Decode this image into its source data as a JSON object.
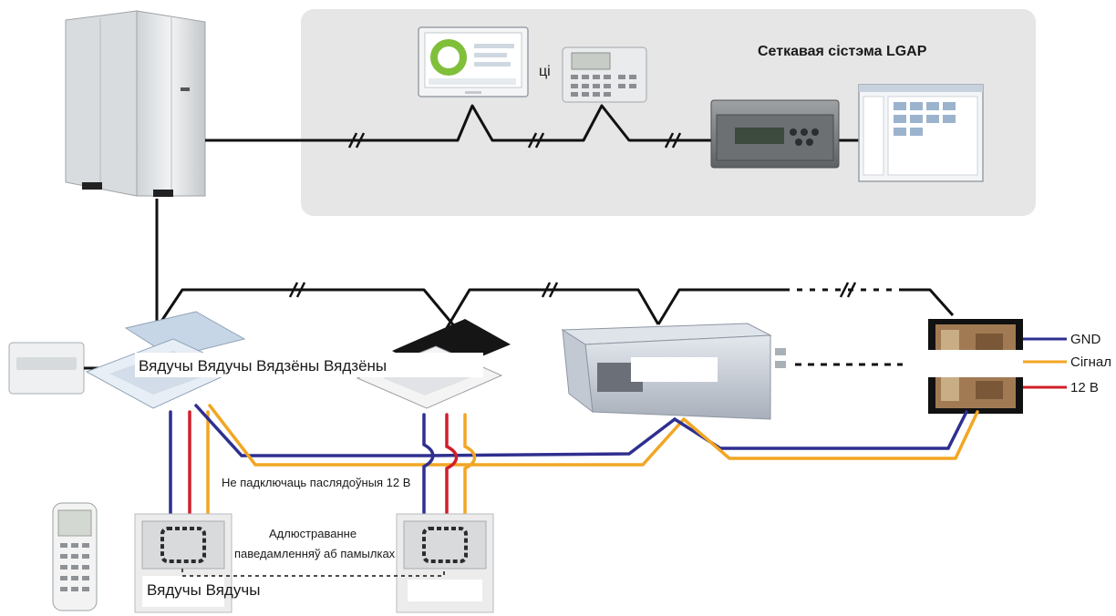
{
  "network_title": "Сеткавая сістэма LGAP",
  "connector_word": "ці",
  "indoor_label_1": "Вядучы Вядучы Вядзёны Вядзёны",
  "warning_text": "Не падключаць паслядоўныя 12 В",
  "error_display_line1": "Адлюстраванне",
  "error_display_line2": "паведамленняў аб памылках",
  "remote_label": "Вядучы Вядучы",
  "terminals": {
    "gnd": "GND",
    "signal": "Сігнал",
    "v12": "12 В"
  },
  "colors": {
    "panel_bg": "#e6e6e6",
    "wire_blue": "#2e2f8f",
    "wire_red": "#d01f2a",
    "wire_orange": "#f2a623",
    "line_black": "#111111"
  }
}
